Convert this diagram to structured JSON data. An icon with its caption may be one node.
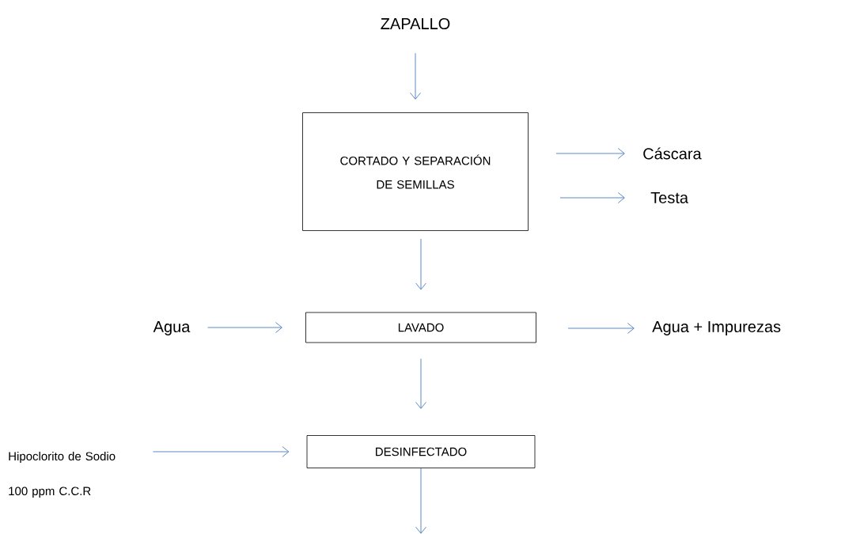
{
  "diagram": {
    "nodes": [
      {
        "text": [
          "ZAPALLO"
        ]
      },
      {
        "text": [
          "CORTADO Y SEPARACIÓN DE SEMILLAS"
        ]
      },
      {
        "text": [
          "Cáscara"
        ]
      },
      {
        "text": [
          "Testa"
        ]
      },
      {
        "text": [
          "Agua"
        ]
      },
      {
        "text": [
          "LAVADO"
        ]
      },
      {
        "text": [
          "Agua + Impurezas"
        ]
      },
      {
        "text": [
          "Hipoclorito de Sodio 100 ppm C.C.R"
        ]
      },
      {
        "text": [
          "DESINFECTADO"
        ]
      }
    ],
    "edges": [
      {
        "from": 0,
        "to": 1,
        "arrow": "to"
      },
      {
        "from": 1,
        "to": 2,
        "arrow": "to"
      },
      {
        "from": 1,
        "to": 3,
        "arrow": "to"
      },
      {
        "from": 1,
        "to": 5,
        "arrow": "to"
      },
      {
        "from": 4,
        "to": 5,
        "arrow": "to"
      },
      {
        "from": 5,
        "to": 6,
        "arrow": "to"
      },
      {
        "from": 7,
        "to": 8,
        "arrow": "to"
      },
      {
        "from": 5,
        "to": 8,
        "arrow": "to"
      },
      {
        "from": 8,
        "to": null,
        "arrow": "to"
      }
    ]
  }
}
